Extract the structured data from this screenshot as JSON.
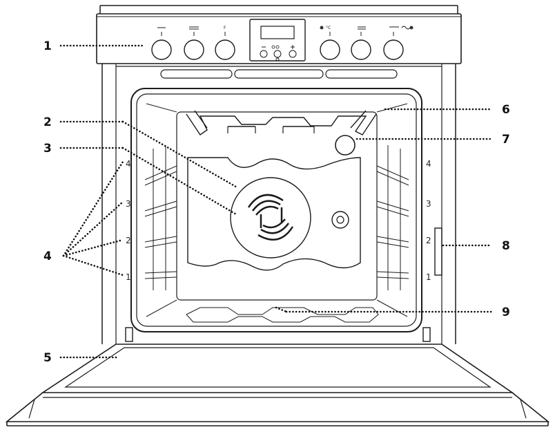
{
  "callouts": {
    "c1": "1",
    "c2": "2",
    "c3": "3",
    "c4": "4",
    "c5": "5",
    "c6": "6",
    "c7": "7",
    "c8": "8",
    "c9": "9"
  },
  "shelf_levels": {
    "left": [
      "4",
      "3",
      "2",
      "1"
    ],
    "right": [
      "4",
      "3",
      "2",
      "1"
    ]
  },
  "control_panel": {
    "temp_symbol": "°C",
    "knob3_mark": "F"
  }
}
